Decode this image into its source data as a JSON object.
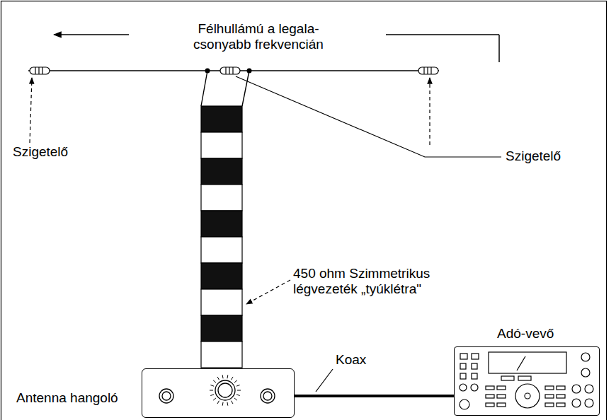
{
  "diagram": {
    "nodes": [
      {
        "text": [
          "Antenna hangoló"
        ]
      },
      {
        "text": [
          "Adó-vevő"
        ]
      }
    ],
    "edges": [
      {
        "from": 0,
        "to": 1,
        "arrow": "none",
        "label": "Koax"
      }
    ],
    "labels": [
      "Félhullámú a legala- csonyabb frekvencián",
      "Szigetelő",
      "Szigetelő",
      "450 ohm Szimmetrikus légvezeték „tyúklétra\""
    ]
  }
}
